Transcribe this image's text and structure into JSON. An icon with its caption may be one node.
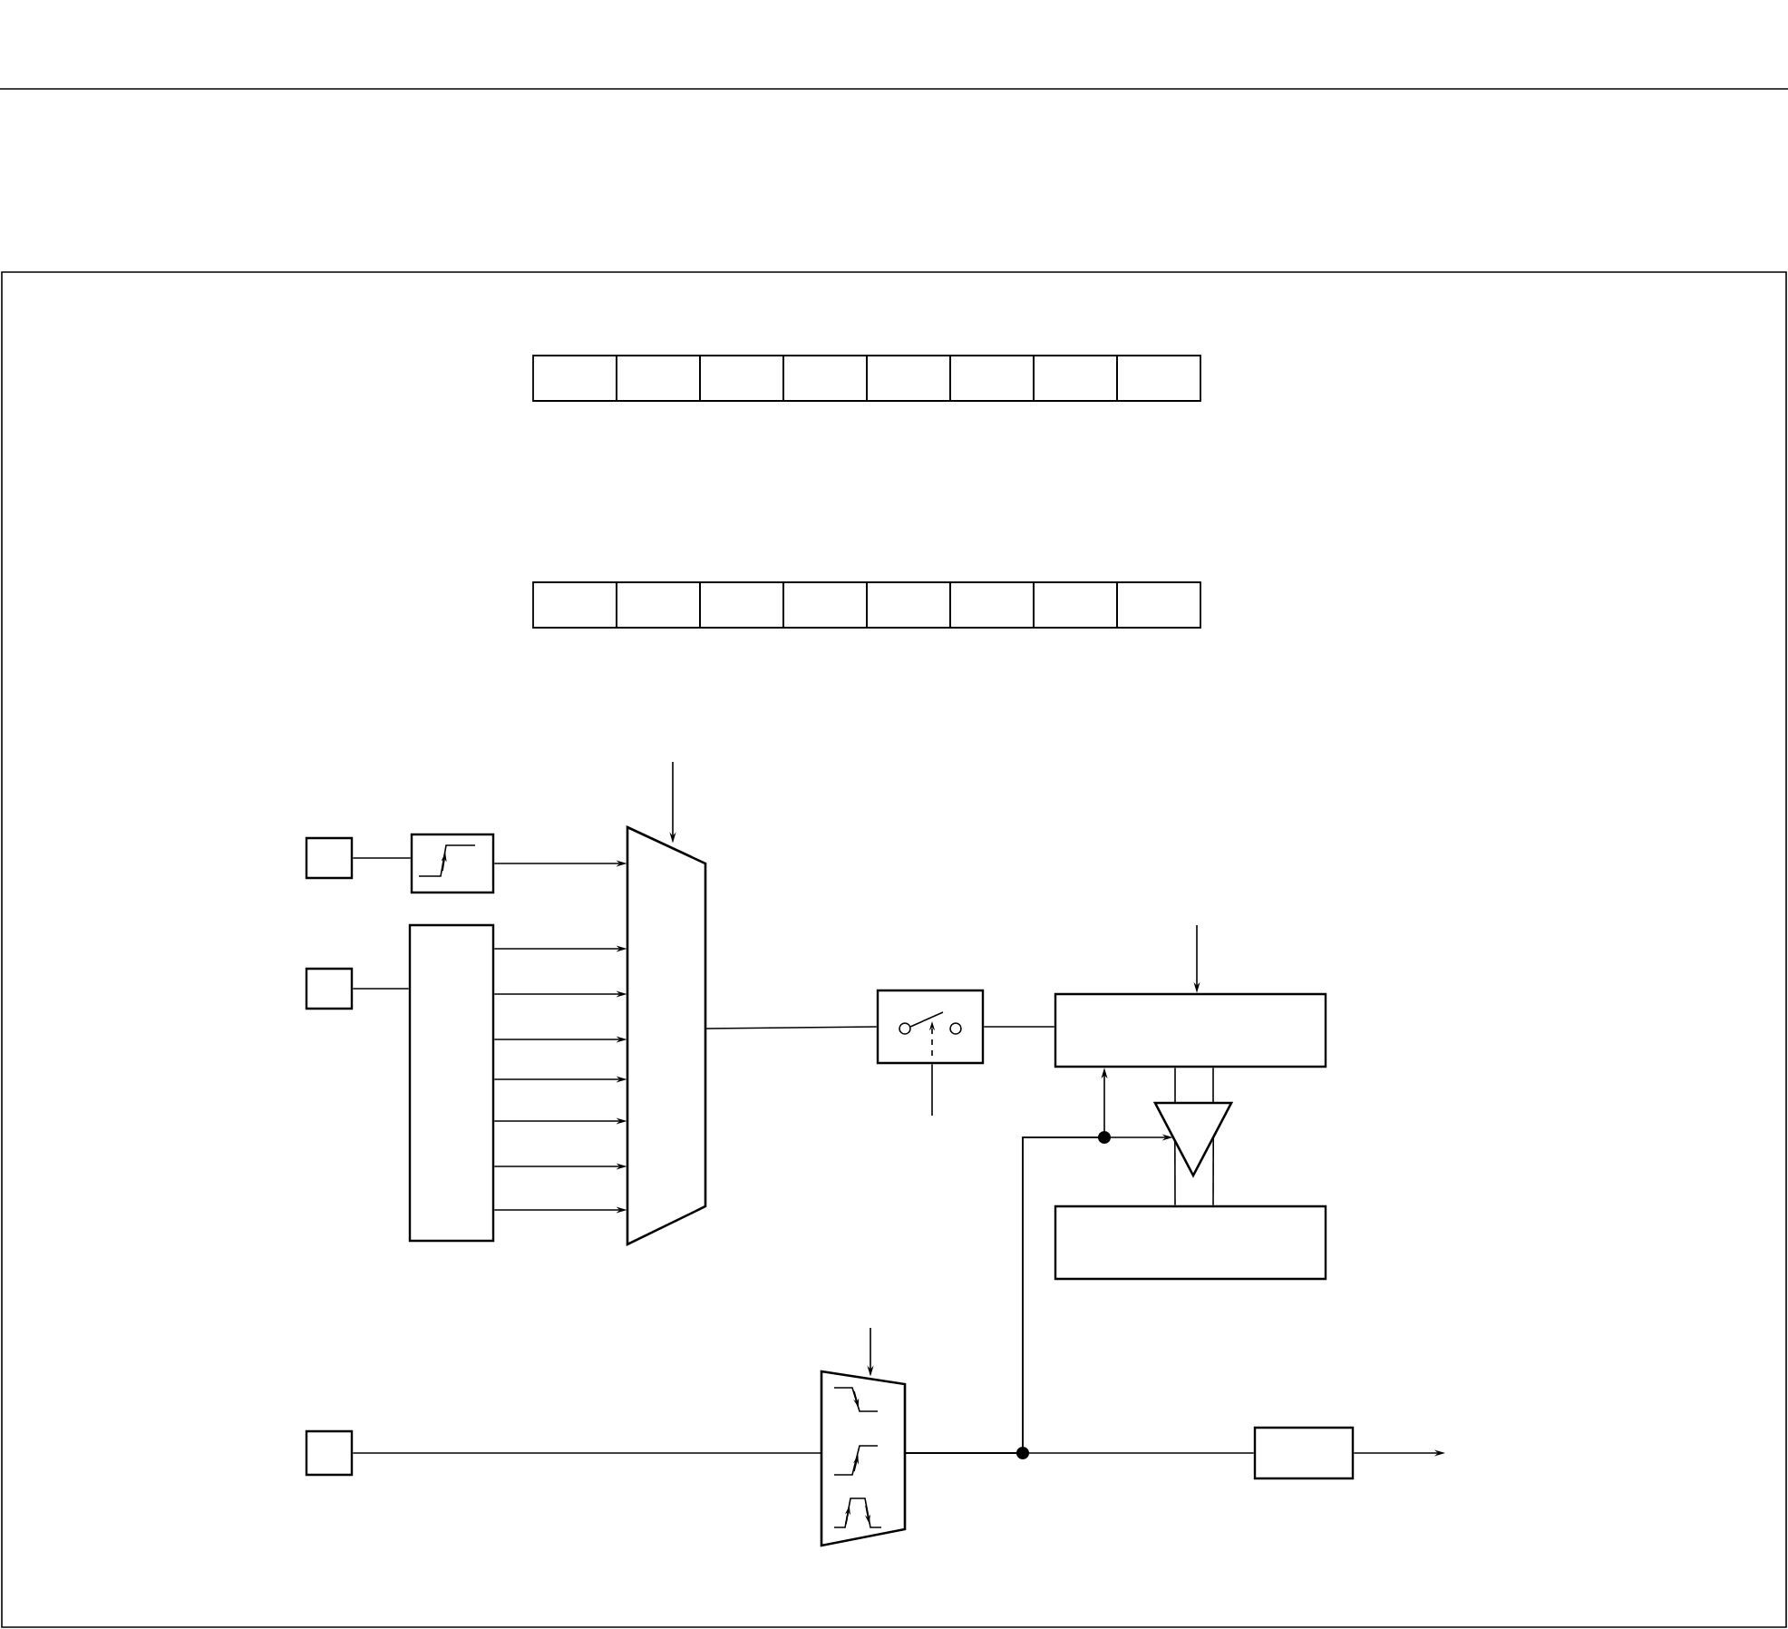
{
  "diagram": {
    "nodes": [
      {
        "text": [],
        "shape": "box"
      },
      {
        "text": [],
        "shape": "box"
      },
      {
        "text": [],
        "shape": "box"
      },
      {
        "text": [],
        "shape": "box"
      },
      {
        "text": [],
        "shape": "box"
      },
      {
        "text": [],
        "shape": "box"
      },
      {
        "text": [],
        "shape": "box"
      },
      {
        "text": [],
        "shape": "box"
      },
      {
        "text": [],
        "shape": "box"
      },
      {
        "text": [],
        "shape": "box"
      },
      {
        "text": [],
        "shape": "box"
      },
      {
        "text": [],
        "shape": "box"
      },
      {
        "text": [],
        "shape": "box"
      },
      {
        "text": [],
        "shape": "box"
      },
      {
        "text": [],
        "shape": "box"
      },
      {
        "text": [],
        "shape": "box"
      },
      {
        "text": [],
        "shape": "box"
      },
      {
        "text": [],
        "shape": "box"
      },
      {
        "text": [],
        "shape": "trapezoid"
      },
      {
        "text": [],
        "shape": "box"
      },
      {
        "text": [],
        "shape": "box"
      },
      {
        "text": [],
        "shape": "box"
      },
      {
        "text": [],
        "shape": "box"
      },
      {
        "text": [],
        "shape": "triangle"
      },
      {
        "text": [],
        "shape": "box"
      },
      {
        "text": [],
        "shape": "box"
      },
      {
        "text": [],
        "shape": "trapezoid"
      },
      {
        "text": [],
        "shape": "box"
      }
    ],
    "edges": [
      {
        "from": 16,
        "to": 17,
        "arrow": "none"
      },
      {
        "from": 17,
        "to": 18,
        "arrow": "to"
      },
      {
        "from": null,
        "to": 18,
        "arrow": "to"
      },
      {
        "from": 19,
        "to": 20,
        "arrow": "none"
      },
      {
        "from": 20,
        "to": 18,
        "arrow": "to"
      },
      {
        "from": 20,
        "to": 18,
        "arrow": "to"
      },
      {
        "from": 20,
        "to": 18,
        "arrow": "to"
      },
      {
        "from": 20,
        "to": 18,
        "arrow": "to"
      },
      {
        "from": 20,
        "to": 18,
        "arrow": "to"
      },
      {
        "from": 20,
        "to": 18,
        "arrow": "to"
      },
      {
        "from": 20,
        "to": 18,
        "arrow": "to"
      },
      {
        "from": 18,
        "to": 21,
        "arrow": "none"
      },
      {
        "from": null,
        "to": 21,
        "arrow": "none"
      },
      {
        "from": 21,
        "to": 22,
        "arrow": "none"
      },
      {
        "from": null,
        "to": 22,
        "arrow": "to"
      },
      {
        "from": 22,
        "to": 23,
        "arrow": "none"
      },
      {
        "from": 22,
        "to": 23,
        "arrow": "none"
      },
      {
        "from": 23,
        "to": 24,
        "arrow": "none"
      },
      {
        "from": 23,
        "to": 24,
        "arrow": "none"
      },
      {
        "from": 25,
        "to": 26,
        "arrow": "none"
      },
      {
        "from": null,
        "to": 26,
        "arrow": "to"
      },
      {
        "from": 26,
        "to": 27,
        "arrow": "none"
      },
      {
        "from": 26,
        "to": 22,
        "arrow": "to"
      },
      {
        "from": 26,
        "to": 23,
        "arrow": "to"
      },
      {
        "from": 27,
        "to": null,
        "arrow": "to"
      }
    ]
  }
}
